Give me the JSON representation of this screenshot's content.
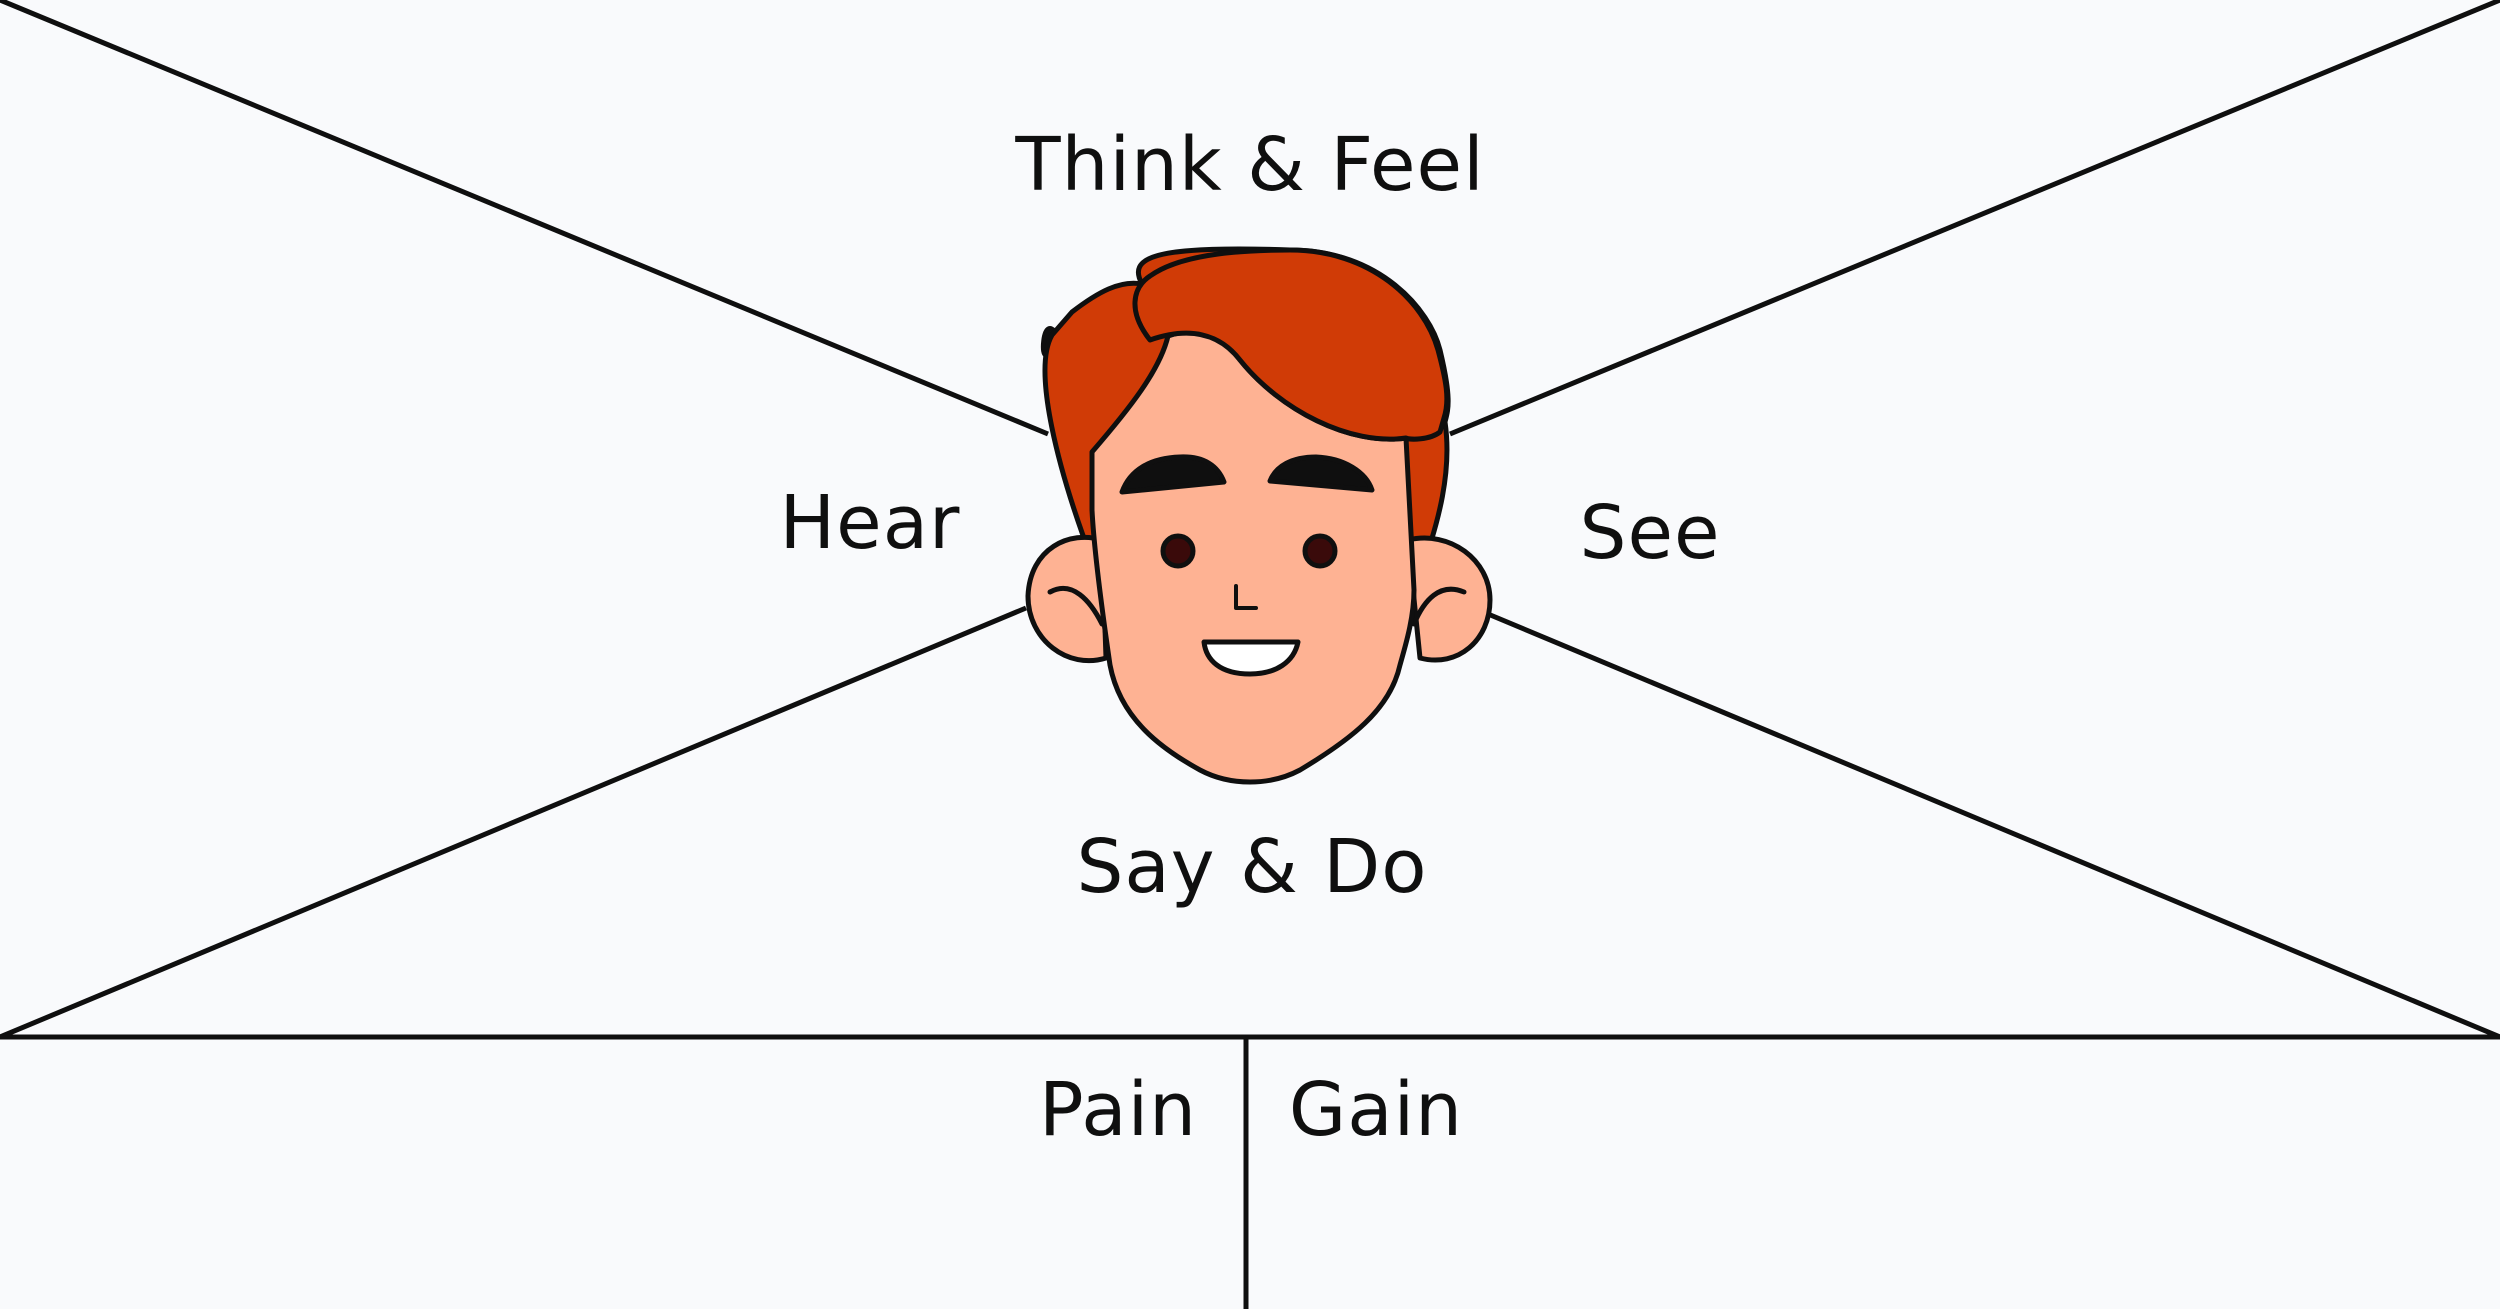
{
  "map": {
    "labels": {
      "think_feel": "Think & Feel",
      "hear": "Hear",
      "see": "See",
      "say_do": "Say & Do",
      "pain": "Pain",
      "gain": "Gain"
    }
  },
  "colors": {
    "background": "#f9fafc",
    "line": "#0f0f0f",
    "hair": "#d03b06",
    "skin": "#feb293",
    "eye": "#3a0a0a"
  }
}
